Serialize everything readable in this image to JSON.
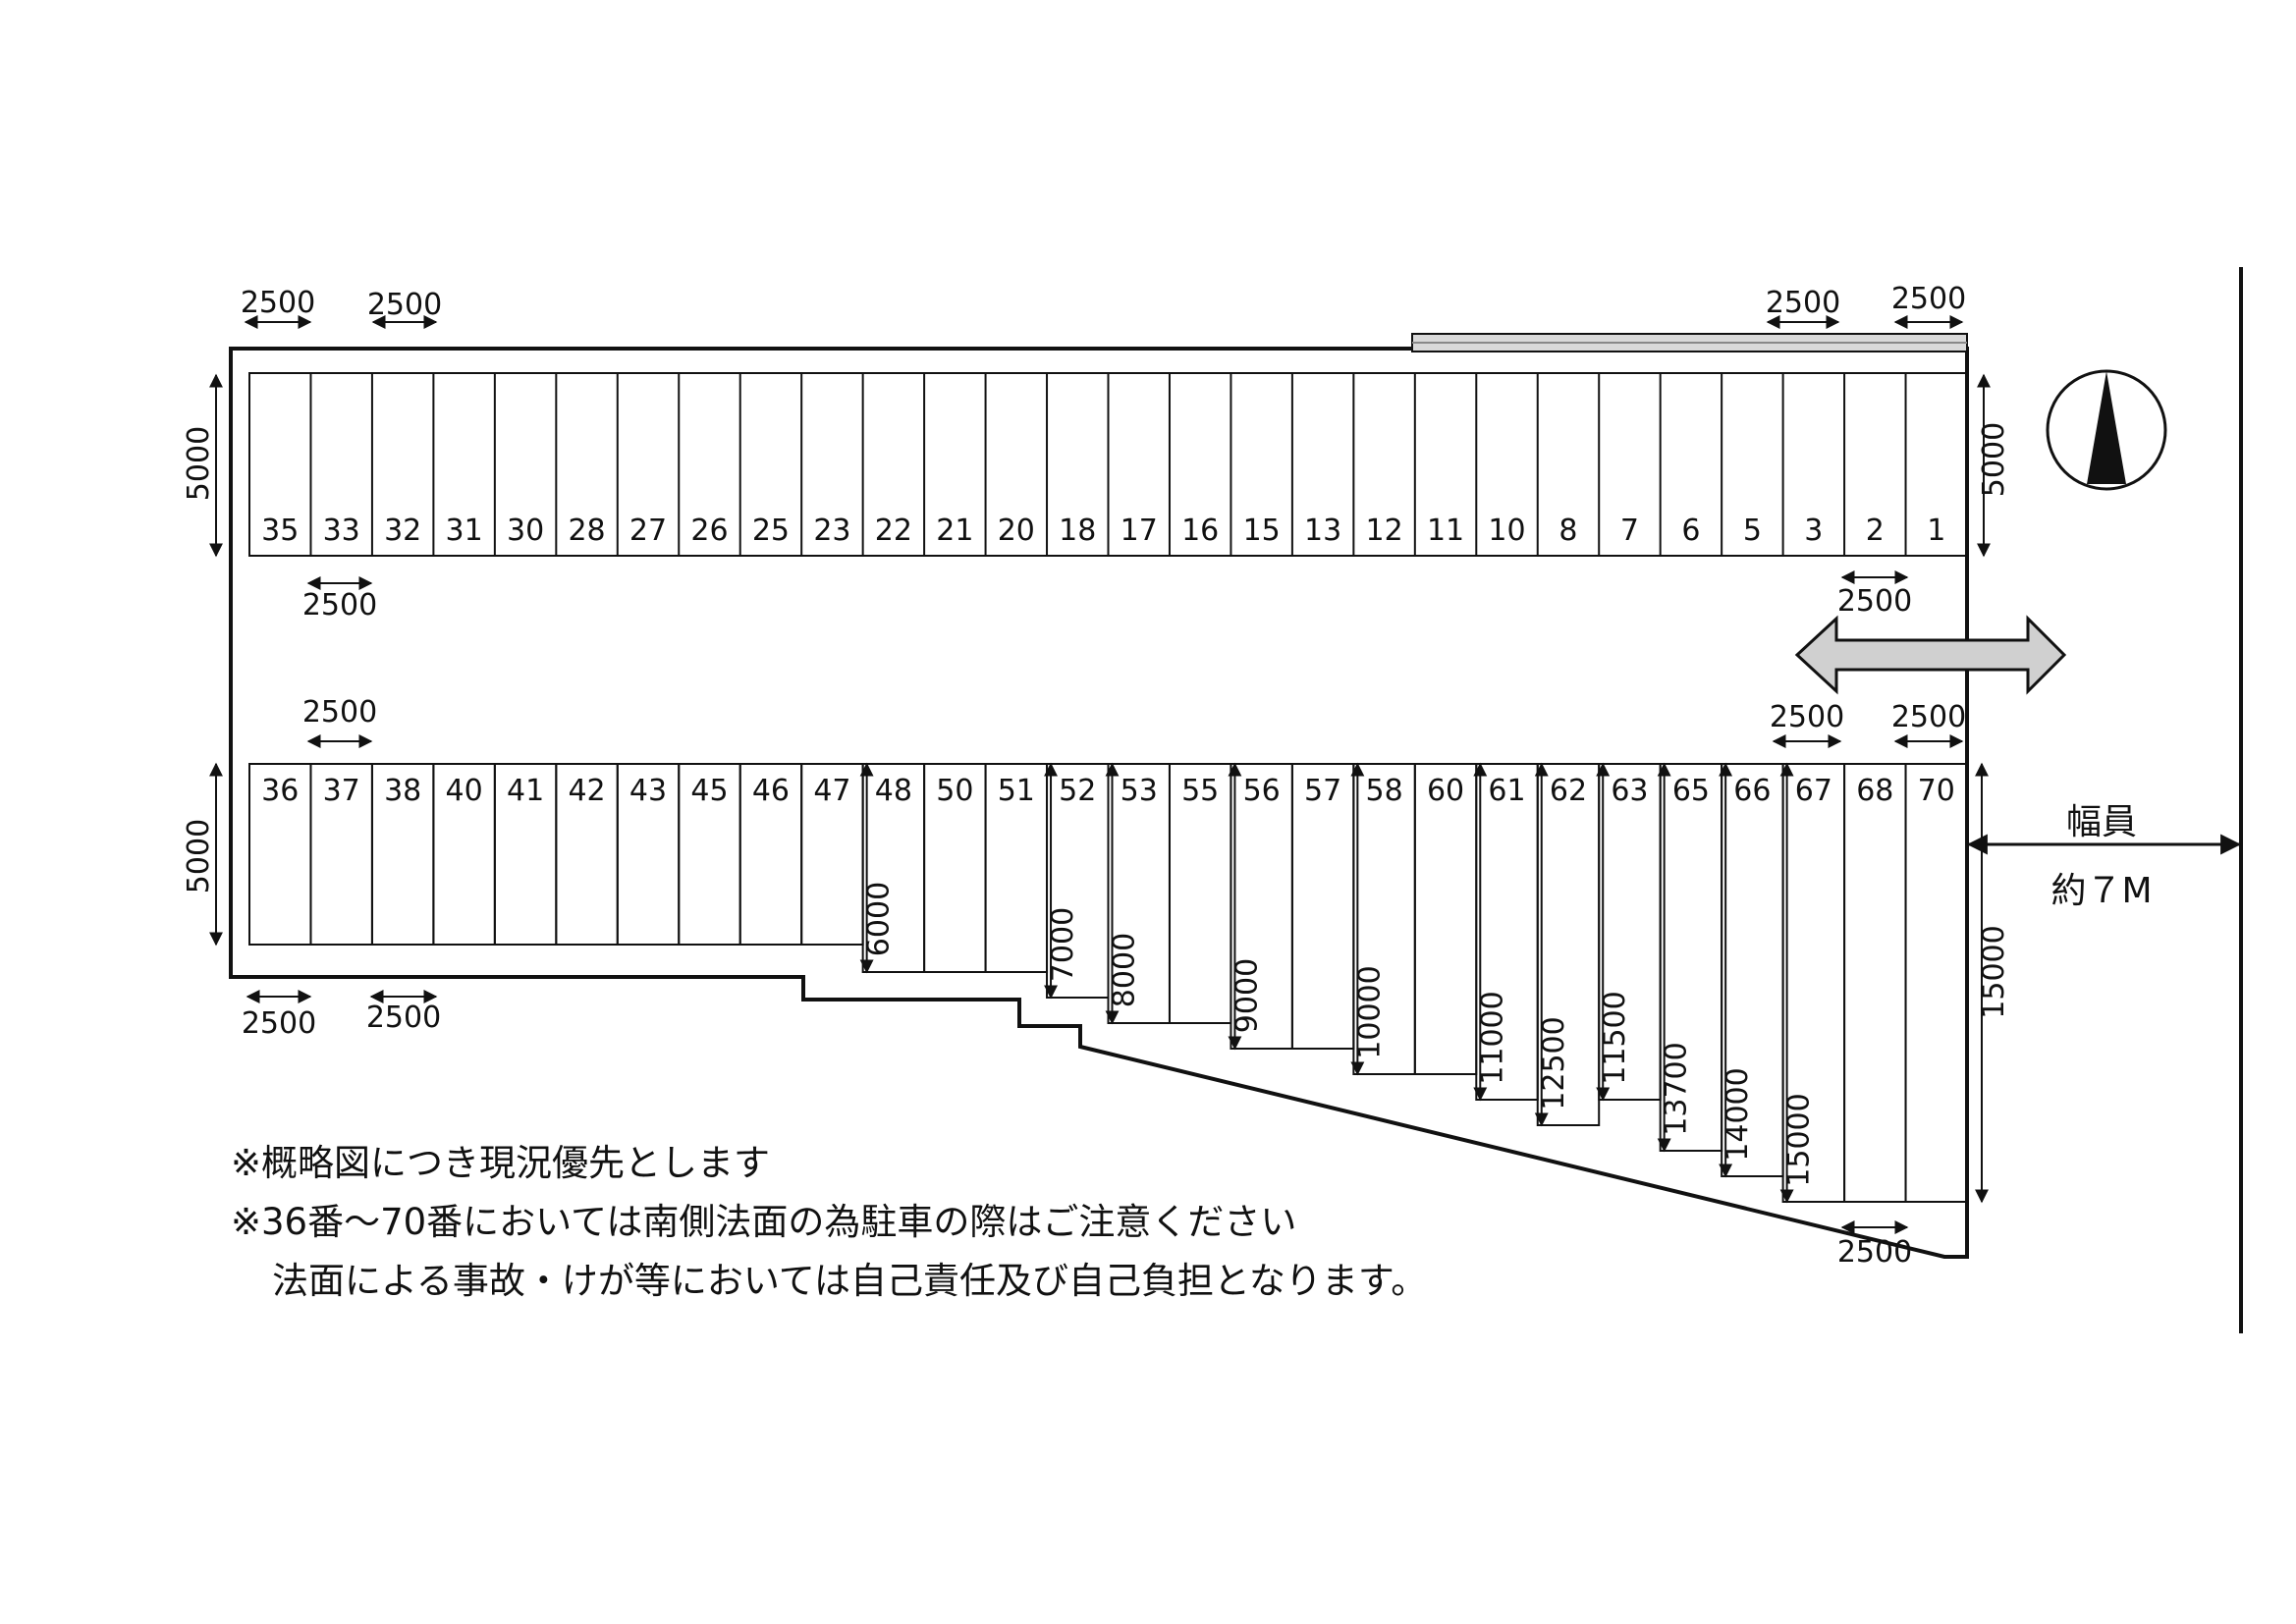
{
  "north_row_numbers": [
    "35",
    "33",
    "32",
    "31",
    "30",
    "28",
    "27",
    "26",
    "25",
    "23",
    "22",
    "21",
    "20",
    "18",
    "17",
    "16",
    "15",
    "13",
    "12",
    "11",
    "10",
    "8",
    "7",
    "6",
    "5",
    "3",
    "2",
    "1"
  ],
  "south_row_numbers": [
    "36",
    "37",
    "38",
    "40",
    "41",
    "42",
    "43",
    "45",
    "46",
    "47",
    "48",
    "50",
    "51",
    "52",
    "53",
    "55",
    "56",
    "57",
    "58",
    "60",
    "61",
    "62",
    "63",
    "65",
    "66",
    "67",
    "68",
    "70"
  ],
  "dimensions": {
    "space_width": "2500",
    "row_depth": "5000",
    "south_depths": [
      "6000",
      "7000",
      "8000",
      "9000",
      "10000",
      "11000",
      "12500",
      "11500",
      "13700",
      "14000",
      "15000"
    ],
    "south_depth_total": "15000"
  },
  "road": {
    "label": "幅員",
    "width": "約７M",
    "arrow": "two-way-traffic-arrow"
  },
  "north_arrow": "north-arrow-icon",
  "notes": {
    "line1": "※概略図につき現況優先とします",
    "line2": "※36番～70番においては南側法面の為駐車の際はご注意ください",
    "line3": "法面による事故・けが等においては自己責任及び自己負担となります。"
  }
}
